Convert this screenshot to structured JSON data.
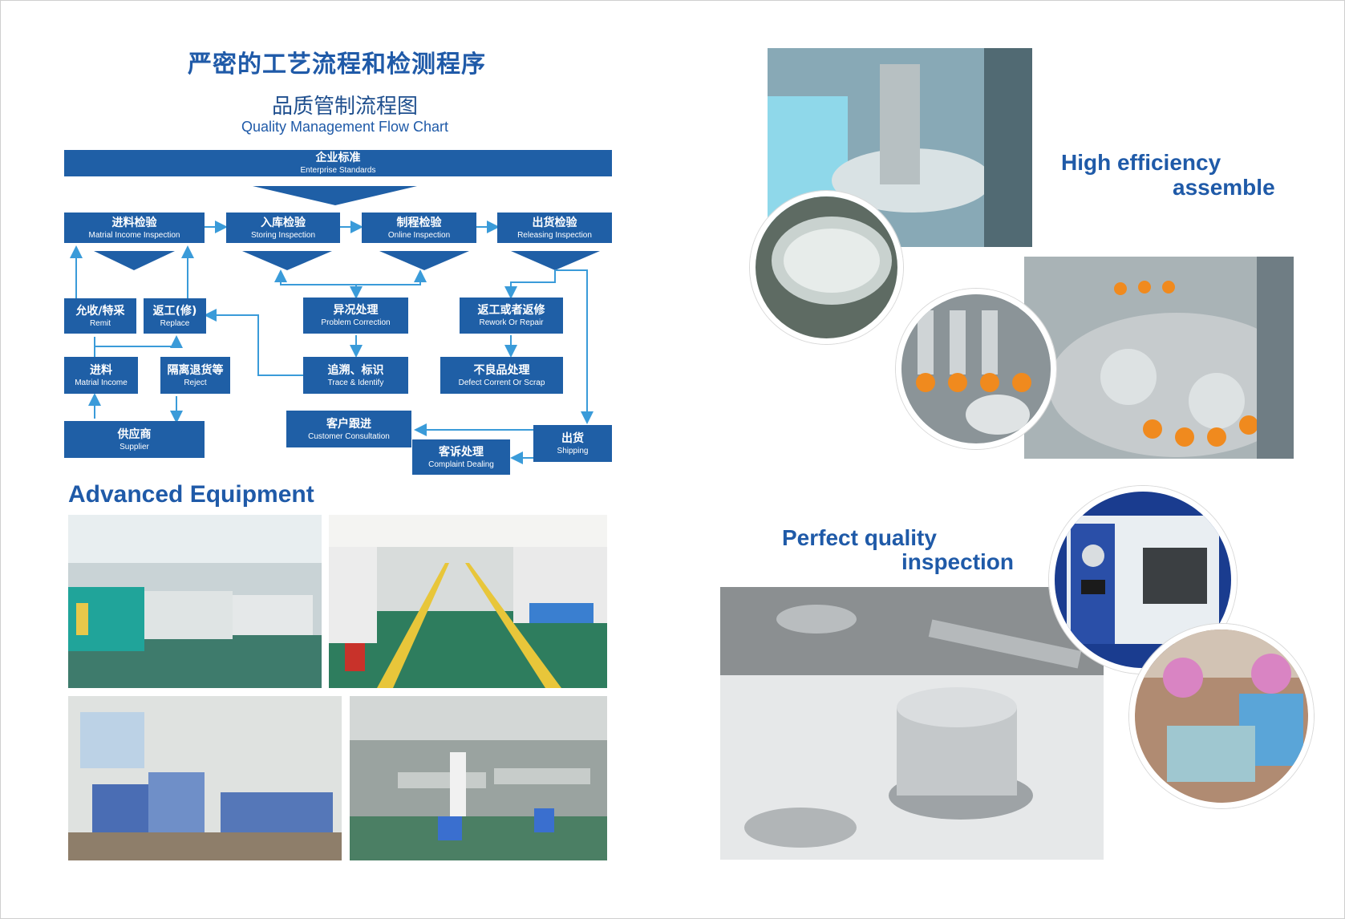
{
  "header": {
    "main_title": "严密的工艺流程和检测程序",
    "subtitle_cn": "品质管制流程图",
    "subtitle_en": "Quality Management Flow Chart"
  },
  "flow": {
    "enterprise": {
      "cn": "企业标准",
      "en": "Enterprise Standards"
    },
    "income_inspection": {
      "cn": "进料检验",
      "en": "Matrial Income Inspection"
    },
    "storing_inspection": {
      "cn": "入库检验",
      "en": "Storing Inspection"
    },
    "online_inspection": {
      "cn": "制程检验",
      "en": "Online Inspection"
    },
    "releasing_inspection": {
      "cn": "出货检验",
      "en": "Releasing Inspection"
    },
    "remit": {
      "cn": "允收/特采",
      "en": "Remit"
    },
    "replace": {
      "cn": "返工(修)",
      "en": "Replace"
    },
    "problem_correction": {
      "cn": "异况处理",
      "en": "Problem Correction"
    },
    "rework": {
      "cn": "返工或者返修",
      "en": "Rework Or Repair"
    },
    "material_income": {
      "cn": "进料",
      "en": "Matrial Income"
    },
    "reject": {
      "cn": "隔离退货等",
      "en": "Reject"
    },
    "trace": {
      "cn": "追溯、标识",
      "en": "Trace & Identify"
    },
    "defect": {
      "cn": "不良品处理",
      "en": "Defect Corrent Or Scrap"
    },
    "supplier": {
      "cn": "供应商",
      "en": "Supplier"
    },
    "customer_consultation": {
      "cn": "客户跟进",
      "en": "Customer Consultation"
    },
    "complaint": {
      "cn": "客诉处理",
      "en": "Complaint Dealing"
    },
    "shipping": {
      "cn": "出货",
      "en": "Shipping"
    }
  },
  "sections": {
    "advanced_equipment": "Advanced Equipment",
    "high_efficiency_line1": "High efficiency",
    "high_efficiency_line2": "assemble",
    "perfect_quality_line1": "Perfect quality",
    "perfect_quality_line2": "inspection"
  },
  "colors": {
    "brand_blue": "#1f5fa6",
    "title_blue": "#1f5aa8",
    "arrow_blue": "#3a9bd9"
  }
}
